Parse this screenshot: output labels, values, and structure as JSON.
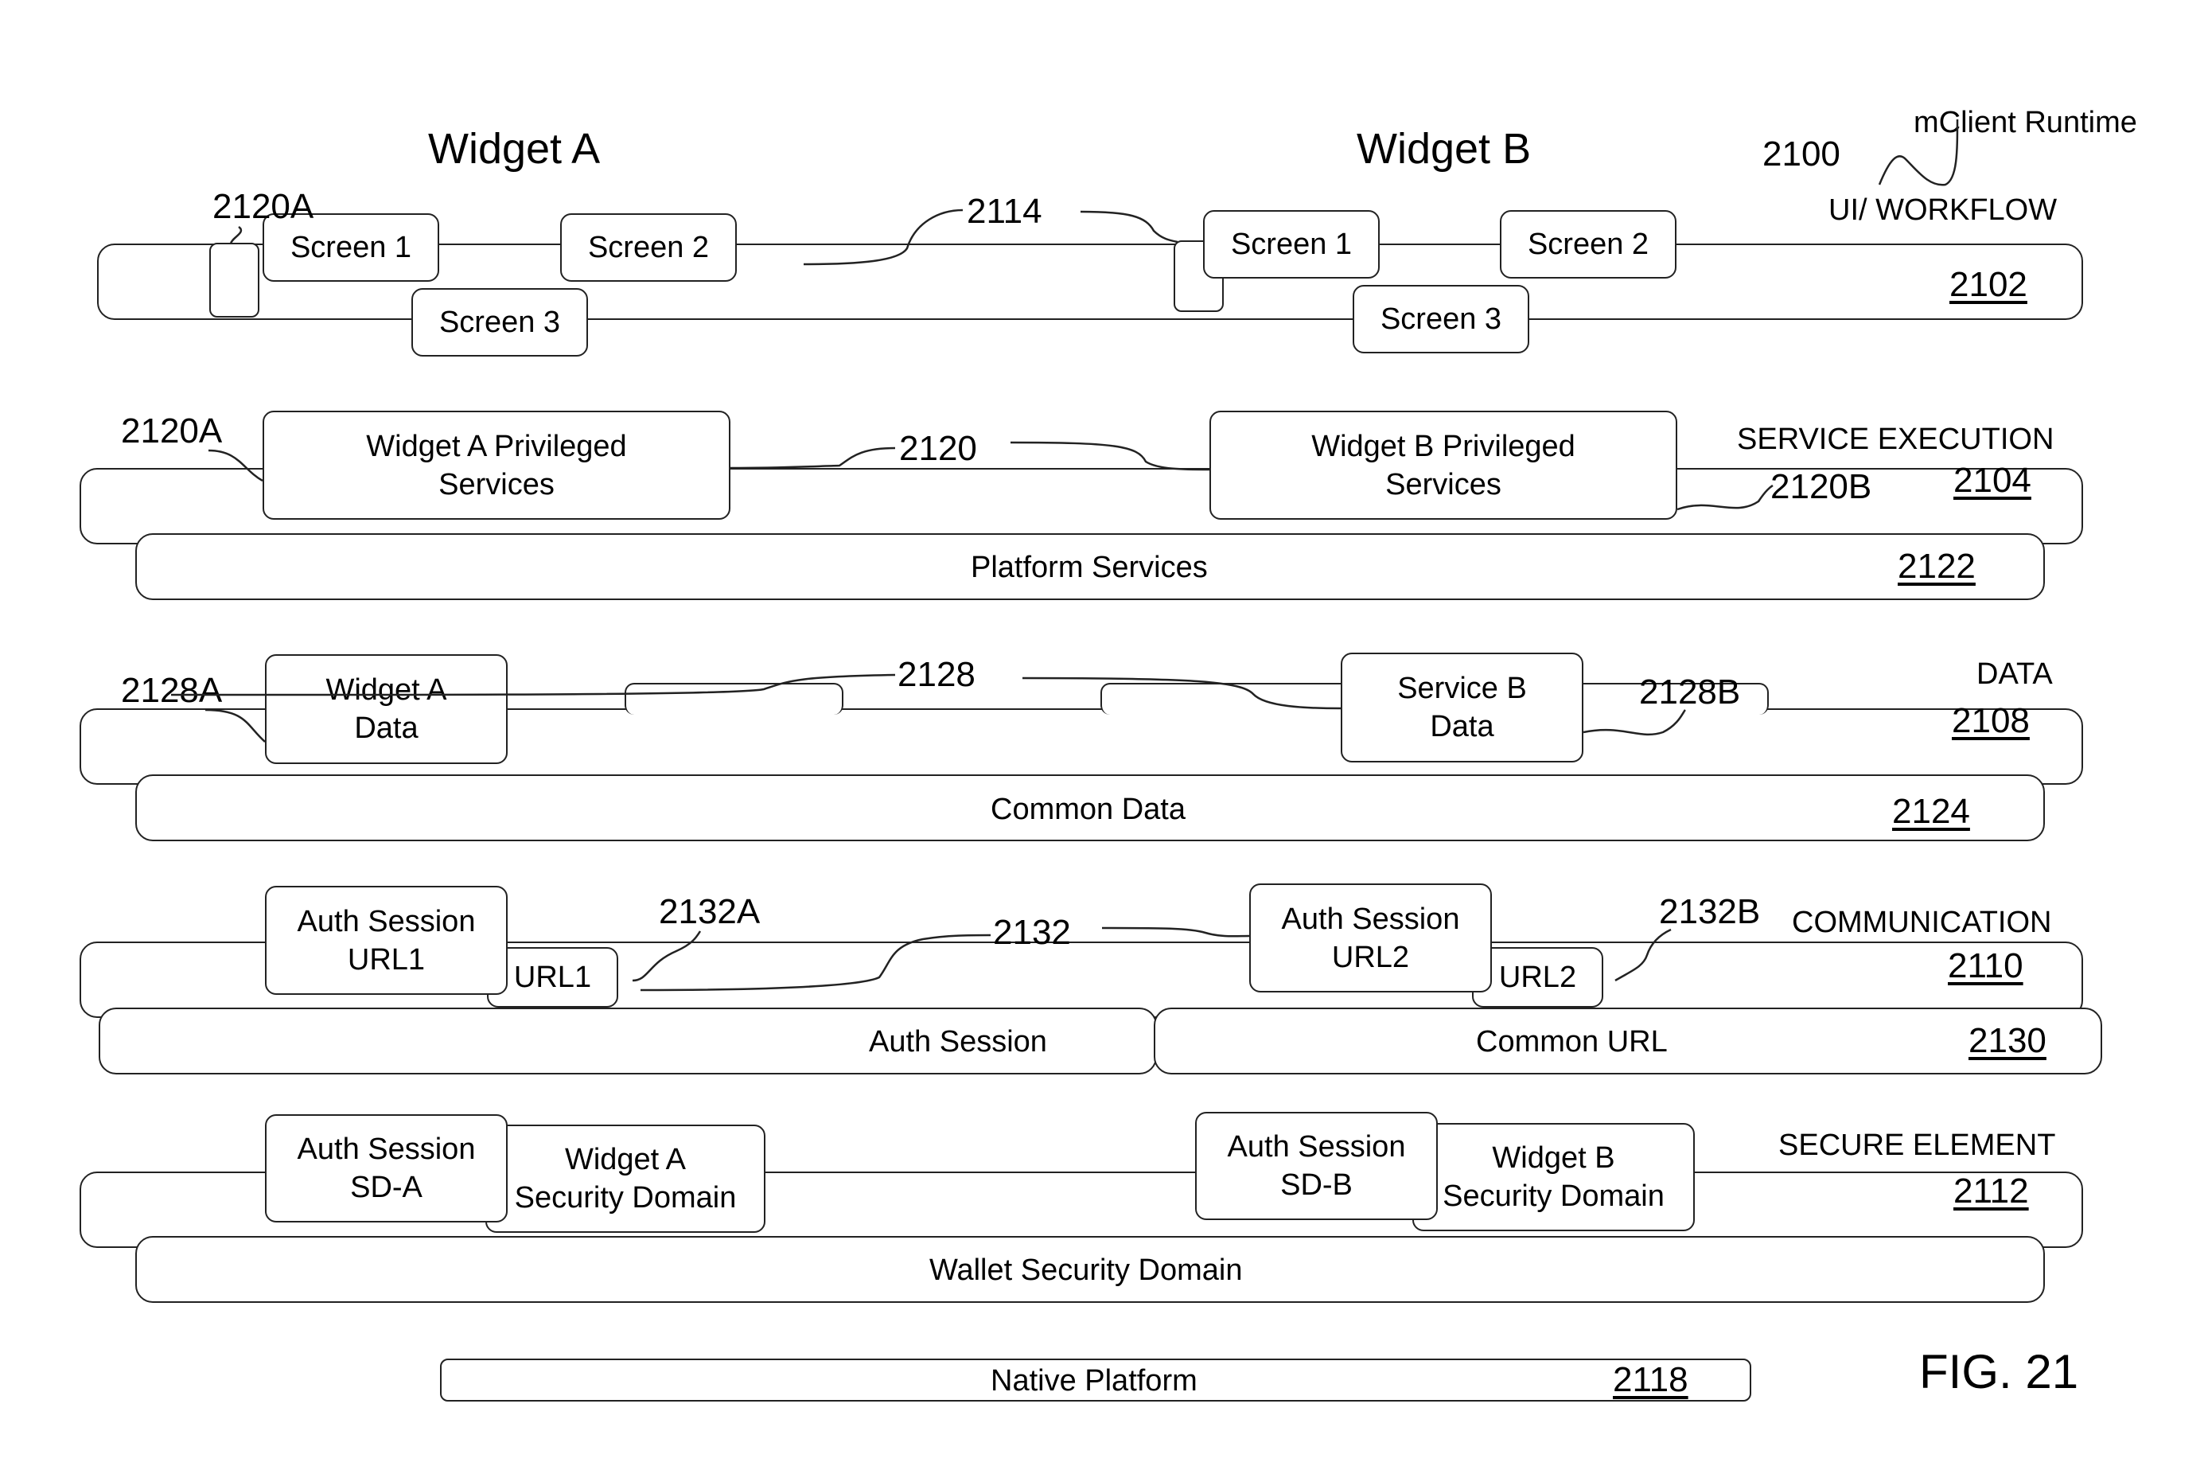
{
  "header": {
    "widget_a": "Widget A",
    "widget_b": "Widget B",
    "runtime_ref": "2100",
    "runtime_label": "mClient Runtime",
    "figure": "FIG. 21"
  },
  "layers": {
    "ui": {
      "name": "UI/ WORKFLOW",
      "ref": "2102",
      "screens_a": [
        "Screen 1",
        "Screen 2",
        "Screen 3"
      ],
      "screens_b": [
        "Screen 1",
        "Screen 2",
        "Screen 3"
      ],
      "ref_a": "2120A",
      "link_ref": "2114"
    },
    "service": {
      "name": "SERVICE EXECUTION",
      "ref": "2104",
      "widget_a_services": "Widget A Privileged\nServices",
      "widget_b_services": "Widget B Privileged\nServices",
      "ref_a": "2120A",
      "link_ref": "2120",
      "ref_b": "2120B",
      "platform_services": "Platform Services",
      "platform_ref": "2122"
    },
    "data": {
      "name": "DATA",
      "ref": "2108",
      "widget_a_data": "Widget A\nData",
      "service_b_data": "Service B\nData",
      "ref_a": "2128A",
      "link_ref": "2128",
      "ref_b": "2128B",
      "common_data": "Common Data",
      "common_ref": "2124"
    },
    "communication": {
      "name": "COMMUNICATION",
      "ref": "2110",
      "auth_url1": "Auth Session\nURL1",
      "auth_url2": "Auth Session\nURL2",
      "url1": "URL1",
      "url2": "URL2",
      "ref_a": "2132A",
      "link_ref": "2132",
      "ref_b": "2132B",
      "auth_session": "Auth Session",
      "common_url": "Common URL",
      "bottom_ref": "2130"
    },
    "secure": {
      "name": "SECURE ELEMENT",
      "ref": "2112",
      "auth_sd_a": "Auth Session\nSD-A",
      "auth_sd_b": "Auth Session\nSD-B",
      "domain_a": "Widget A\nSecurity Domain",
      "domain_b": "Widget B\nSecurity Domain",
      "wallet_domain": "Wallet Security Domain"
    },
    "native": {
      "name": "Native Platform",
      "ref": "2118"
    }
  }
}
